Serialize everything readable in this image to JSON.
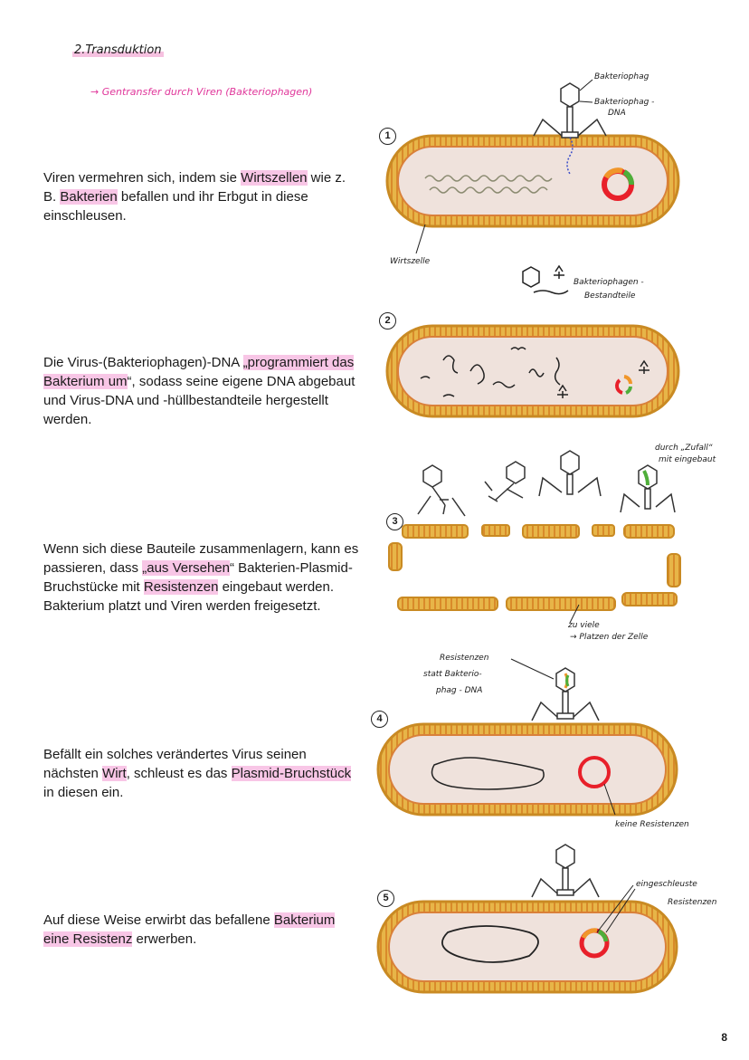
{
  "title": "2.Transduktion",
  "subtitle": "→ Gentransfer durch Viren (Bakteriophagen)",
  "sections": [
    {
      "number": "1",
      "text_parts": [
        "Viren vermehren sich, indem sie ",
        "Wirtszellen",
        " wie z. B. ",
        "Bakterien",
        " befallen und ihr Erbgut in diese einschleusen."
      ],
      "annotations": {
        "phage": "Bakteriophag",
        "phage_dna_1": "Bakteriophag -",
        "phage_dna_2": "DNA",
        "host": "Wirtszelle",
        "parts_1": "Bakteriophagen -",
        "parts_2": "Bestandteile"
      }
    },
    {
      "number": "2",
      "text_parts": [
        "Die Virus-(Bakteriophagen)-DNA ",
        "„programmiert das Bakterium um",
        "“, sodass seine eigene DNA abgebaut und Virus-DNA und -hüllbestandteile hergestellt werden."
      ],
      "annotations": {}
    },
    {
      "number": "3",
      "text_parts": [
        "Wenn sich diese Bauteile zusammenlagern, kann es passieren, dass ",
        "„aus Versehen",
        "“ Bakterien-Plasmid-Bruchstücke mit ",
        "Resistenzen",
        " eingebaut werden. Bakterium platzt und Viren werden freigesetzt."
      ],
      "annotations": {
        "accident_1": "durch „Zufall“",
        "accident_2": "mit eingebaut",
        "burst_1": "zu viele",
        "burst_2": "→ Platzen der Zelle"
      }
    },
    {
      "number": "4",
      "text_parts": [
        "Befällt ein solches verändertes Virus seinen nächsten ",
        "Wirt",
        ", schleust es das ",
        "Plasmid-Bruchstück",
        " in diesen ein."
      ],
      "annotations": {
        "res_1": "Resistenzen",
        "res_2": "statt Bakterio-",
        "res_3": "phag - DNA",
        "none": "keine Resistenzen"
      }
    },
    {
      "number": "5",
      "text_parts": [
        "Auf diese Weise erwirbt das befallene ",
        "Bakterium eine Resistenz",
        " erwerben."
      ],
      "annotations": {
        "inserted_1": "eingeschleuste",
        "inserted_2": "Resistenzen"
      }
    }
  ],
  "page_number": "8",
  "colors": {
    "highlight": "#f8c6e6",
    "accent": "#e0369a",
    "membrane": "#e0a93a",
    "plasmid": "#e8202a"
  }
}
